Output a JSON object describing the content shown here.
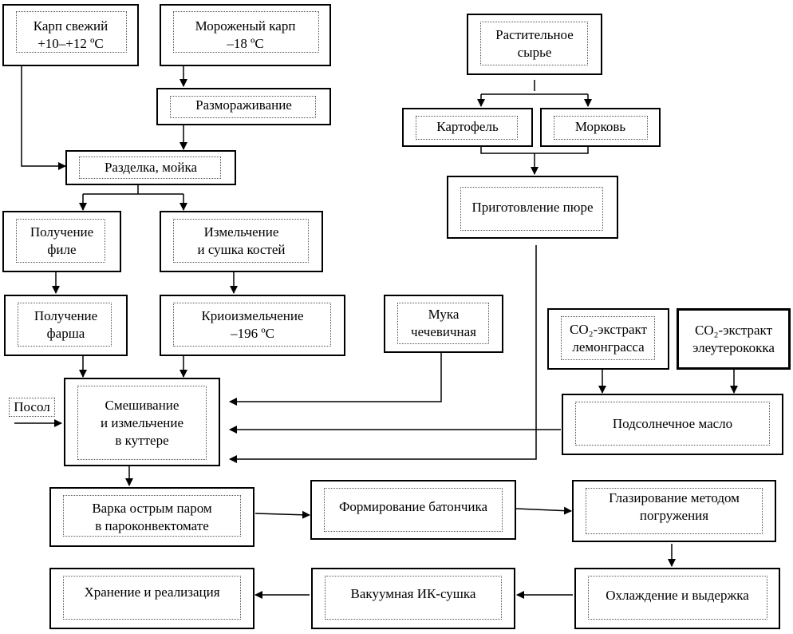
{
  "colors": {
    "line": "#000000",
    "background": "#ffffff"
  },
  "nodes": {
    "carp_fresh": "Карп свежий\n+10–+12 ºС",
    "carp_frozen": "Мороженый карп\n–18 ºС",
    "thawing": "Размораживание",
    "cutting_washing": "Разделка, мойка",
    "fillet": "Получение\nфиле",
    "bone_grinding": "Измельчение\nи сушка костей",
    "mince": "Получение\nфарша",
    "cryo_grinding": "Криоизмельчение\n–196 ºС",
    "lentil_flour": "Мука\nчечевичная",
    "mixing": "Смешивание\nи измельчение\nв куттере",
    "salting": "Посол",
    "plant_raw": "Растительное\nсырье",
    "potato": "Картофель",
    "carrot": "Морковь",
    "puree": "Приготовление пюре",
    "co2_lemongrass": "CO₂-экстракт\nлемонграсса",
    "co2_eleuthero": "CO₂-экстракт\nэлеутерококка",
    "sunflower_oil": "Подсолнечное масло",
    "steaming": "Варка острым паром\nв пароконвектомате",
    "bar_forming": "Формирование батончика",
    "glazing": "Глазирование методом\nпогружения",
    "cooling": "Охлаждение и выдержка",
    "ir_drying": "Вакуумная ИК-сушка",
    "storage": "Хранение и реализация"
  }
}
